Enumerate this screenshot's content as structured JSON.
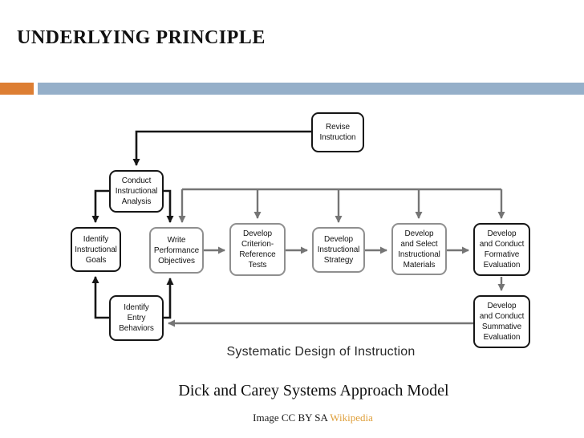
{
  "slide": {
    "title": "UNDERLYING PRINCIPLE"
  },
  "colors": {
    "accent_orange": "#DD7E33",
    "accent_blue": "#95AFC9",
    "link_orange": "#DFA03C"
  },
  "diagram": {
    "caption": "Systematic Design of Instruction",
    "boxes": [
      {
        "id": "revise-instruction",
        "label": "Revise\nInstruction",
        "style": "black"
      },
      {
        "id": "conduct-instructional-analysis",
        "label": "Conduct\nInstructional\nAnalysis",
        "style": "black"
      },
      {
        "id": "identify-instructional-goals",
        "label": "Identify\nInstructional\nGoals",
        "style": "black"
      },
      {
        "id": "write-performance-objectives",
        "label": "Write\nPerformance\nObjectives",
        "style": "gray"
      },
      {
        "id": "develop-criterion-reference-tests",
        "label": "Develop\nCriterion-\nReference\nTests",
        "style": "gray"
      },
      {
        "id": "develop-instructional-strategy",
        "label": "Develop\nInstructional\nStrategy",
        "style": "gray"
      },
      {
        "id": "develop-and-select-instructional-materials",
        "label": "Develop\nand Select\nInstructional\nMaterials",
        "style": "gray"
      },
      {
        "id": "develop-and-conduct-formative-evaluation",
        "label": "Develop\nand Conduct\nFormative\nEvaluation",
        "style": "black"
      },
      {
        "id": "identify-entry-behaviors",
        "label": "Identify\nEntry\nBehaviors",
        "style": "black"
      },
      {
        "id": "develop-and-conduct-summative-evaluation",
        "label": "Develop\nand Conduct\nSummative\nEvaluation",
        "style": "black"
      }
    ]
  },
  "footer": {
    "model_caption": "Dick and Carey Systems Approach Model",
    "credit_text": "Image CC BY SA ",
    "credit_link": "Wikipedia"
  }
}
